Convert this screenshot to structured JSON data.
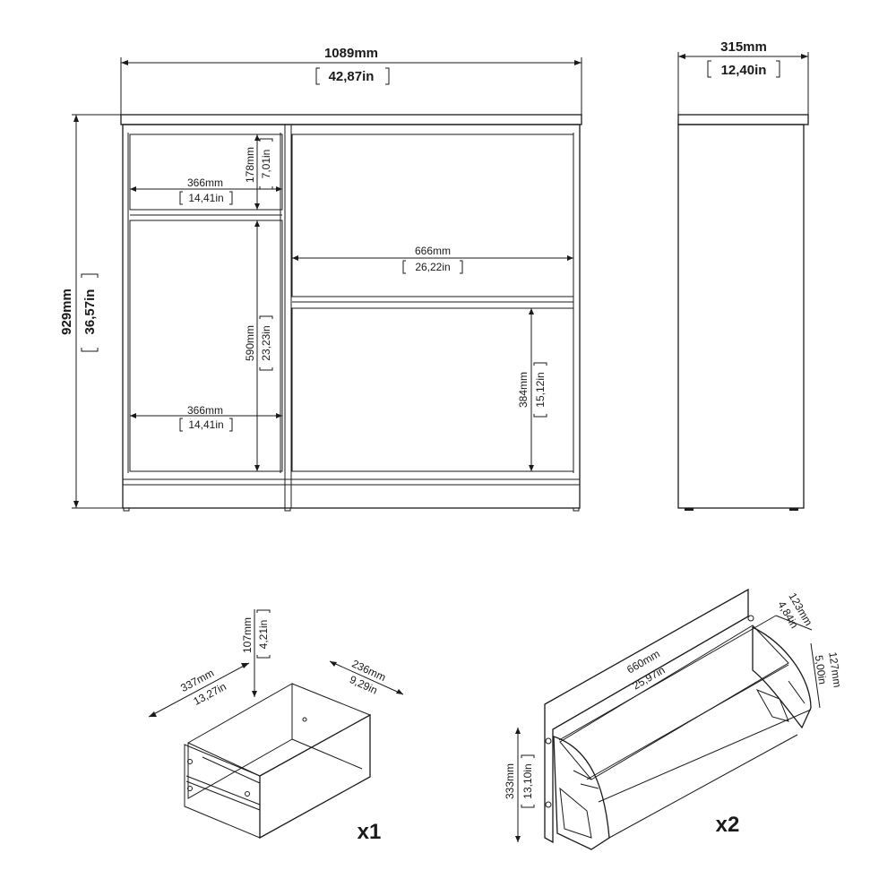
{
  "front_view": {
    "overall_width": {
      "mm": "1089mm",
      "in": "42,87in"
    },
    "overall_height": {
      "mm": "929mm",
      "in": "36,57in"
    },
    "left_top_cell_height": {
      "mm": "178mm",
      "in": "7,01in"
    },
    "left_top_cell_width": {
      "mm": "366mm",
      "in": "14,41in"
    },
    "left_bottom_cell_height": {
      "mm": "590mm",
      "in": "23,23in"
    },
    "left_bottom_cell_width": {
      "mm": "366mm",
      "in": "14,41in"
    },
    "right_cell_width": {
      "mm": "666mm",
      "in": "26,22in"
    },
    "right_bottom_cell_height": {
      "mm": "384mm",
      "in": "15,12in"
    }
  },
  "side_view": {
    "depth": {
      "mm": "315mm",
      "in": "12,40in"
    }
  },
  "drawer": {
    "height": {
      "mm": "107mm",
      "in": "4,21in"
    },
    "width": {
      "mm": "337mm",
      "in": "13,27in"
    },
    "depth": {
      "mm": "236mm",
      "in": "9,29in"
    },
    "quantity": "x1"
  },
  "shoe_flap": {
    "width": {
      "mm": "660mm",
      "in": "25,97in"
    },
    "depth_top": {
      "mm": "123mm",
      "in": "4,84in"
    },
    "depth_side": {
      "mm": "127mm",
      "in": "5,00in"
    },
    "height": {
      "mm": "333mm",
      "in": "13,10in"
    },
    "quantity": "x2"
  }
}
